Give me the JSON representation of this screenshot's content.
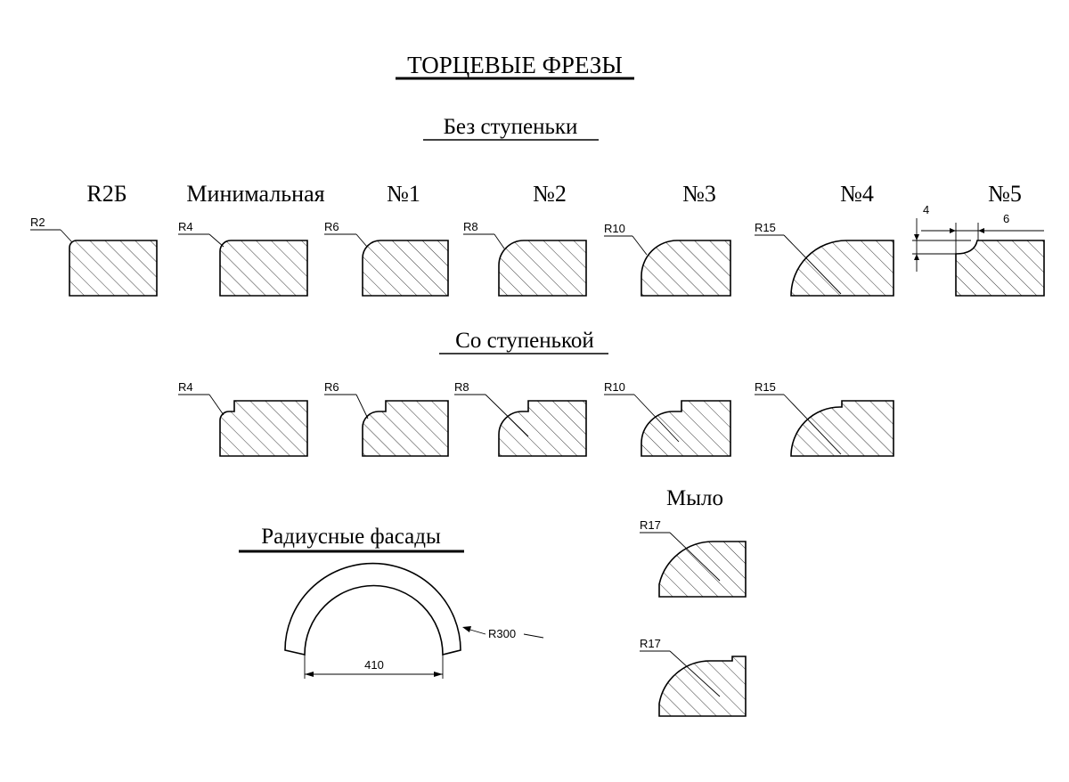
{
  "title": "ТОРЦЕВЫЕ ФРЕЗЫ",
  "section_no_step": {
    "heading": "Без ступеньки",
    "profiles": [
      {
        "label": "R2Б",
        "radius": "R2"
      },
      {
        "label": "Минимальная",
        "radius": "R4"
      },
      {
        "label": "№1",
        "radius": "R6"
      },
      {
        "label": "№2",
        "radius": "R8"
      },
      {
        "label": "№3",
        "radius": "R10"
      },
      {
        "label": "№4",
        "radius": "R15"
      },
      {
        "label": "№5",
        "dim_height": "4",
        "dim_width": "6"
      }
    ]
  },
  "section_with_step": {
    "heading": "Со ступенькой",
    "profiles": [
      {
        "radius": "R4"
      },
      {
        "radius": "R6"
      },
      {
        "radius": "R8"
      },
      {
        "radius": "R10"
      },
      {
        "radius": "R15"
      }
    ]
  },
  "section_soap": {
    "heading": "Мыло",
    "profiles": [
      {
        "radius": "R17"
      },
      {
        "radius": "R17"
      }
    ]
  },
  "section_radius_facades": {
    "heading": "Радиусные фасады",
    "radius": "R300",
    "width": "410"
  }
}
